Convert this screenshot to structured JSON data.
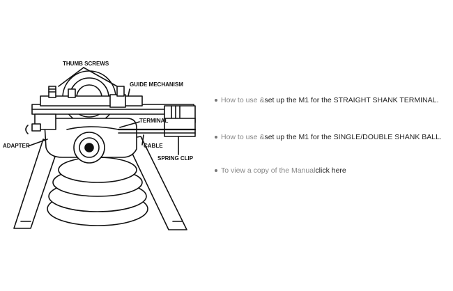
{
  "diagram": {
    "callouts": {
      "thumb_screws": "THUMB SCREWS",
      "guide_mechanism": "GUIDE MECHANISM",
      "terminal": "TERMINAL",
      "adapter": "ADAPTER",
      "cable": "CABLE",
      "spring_clip": "SPRING CLIP"
    }
  },
  "links": [
    {
      "prefix": "How to use & ",
      "emphasis": "set up the M1 for the STRAIGHT SHANK TERMINAL."
    },
    {
      "prefix": "How to use & ",
      "emphasis": "set up the M1 for the  SINGLE/DOUBLE SHANK BALL."
    },
    {
      "prefix": "To view a copy of the Manual ",
      "emphasis": "click here"
    }
  ],
  "colors": {
    "link_gray": "#888888",
    "link_dark": "#222222",
    "bullet": "#777777"
  }
}
